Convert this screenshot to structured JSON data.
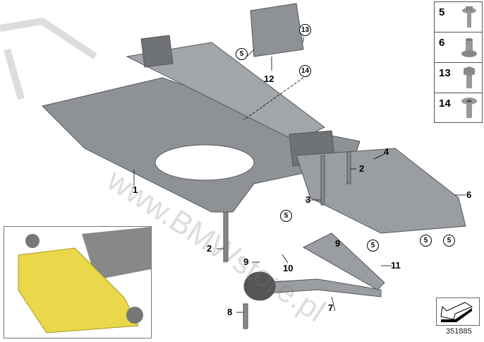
{
  "watermark": "www.BMWstore.pl",
  "callouts": {
    "c1": "1",
    "c2a": "2",
    "c2b": "2",
    "c3": "3",
    "c4": "4",
    "c6": "6",
    "c7": "7",
    "c8": "8",
    "c9a": "9",
    "c9b": "9",
    "c10": "10",
    "c11": "11",
    "c12": "12"
  },
  "circled": {
    "c5a": "5",
    "c5b": "5",
    "c5c": "5",
    "c5d": "5",
    "c5e": "5",
    "c13": "13",
    "c14": "14"
  },
  "parts_panel": [
    {
      "num": "5",
      "icon": "bolt-with-washer"
    },
    {
      "num": "6",
      "icon": "flanged-nut"
    },
    {
      "num": "13",
      "icon": "hex-bolt"
    },
    {
      "num": "14",
      "icon": "countersunk-bolt"
    }
  ],
  "reference_number": "351885",
  "colors": {
    "part": "#8e9296",
    "highlight": "#e8d84a"
  }
}
